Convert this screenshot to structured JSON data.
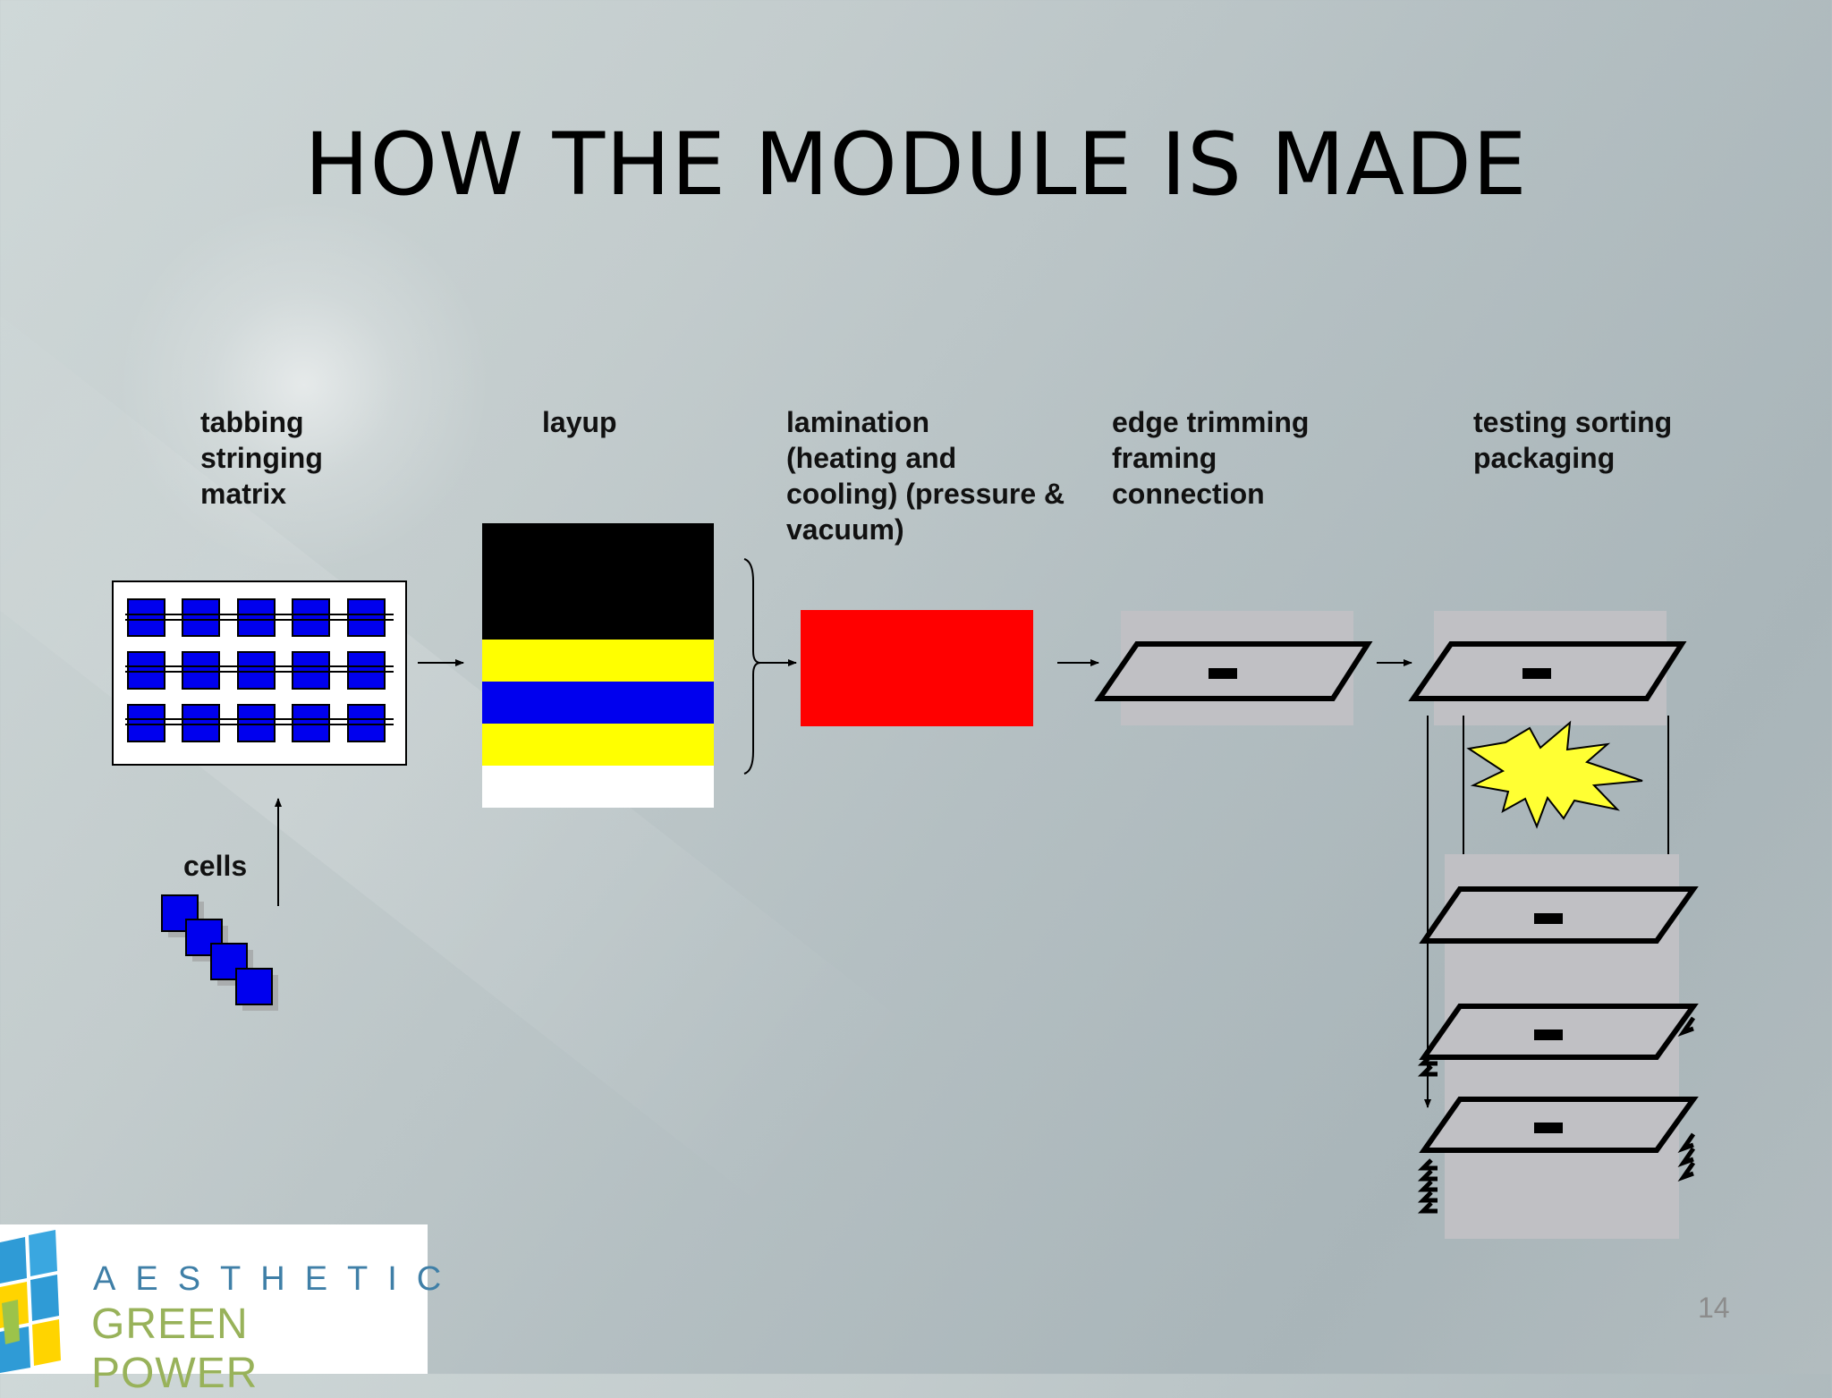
{
  "slide": {
    "title": "HOW THE MODULE IS MADE",
    "page_number": "14"
  },
  "steps": [
    {
      "id": "tabbing",
      "label": "tabbing\nstringing\nmatrix"
    },
    {
      "id": "layup",
      "label": "layup"
    },
    {
      "id": "lamination",
      "label": "lamination\n(heating and\ncooling) (pressure &\nvacuum)"
    },
    {
      "id": "edge",
      "label": "edge trimming\nframing\nconnection"
    },
    {
      "id": "testing",
      "label": "testing  sorting\npackaging"
    }
  ],
  "cells_label": "cells",
  "logo": {
    "line1": "AESTHETIC",
    "line2": "GREEN POWER"
  },
  "colors": {
    "cell_blue": "#0000ee",
    "lamination_red": "#ff0000",
    "layer_black": "#000000",
    "layer_yellow": "#ffff00",
    "layer_blue": "#0000ee",
    "layer_white": "#ffffff",
    "burst_yellow": "#ffff33",
    "module_gray": "#c0c0c4"
  }
}
